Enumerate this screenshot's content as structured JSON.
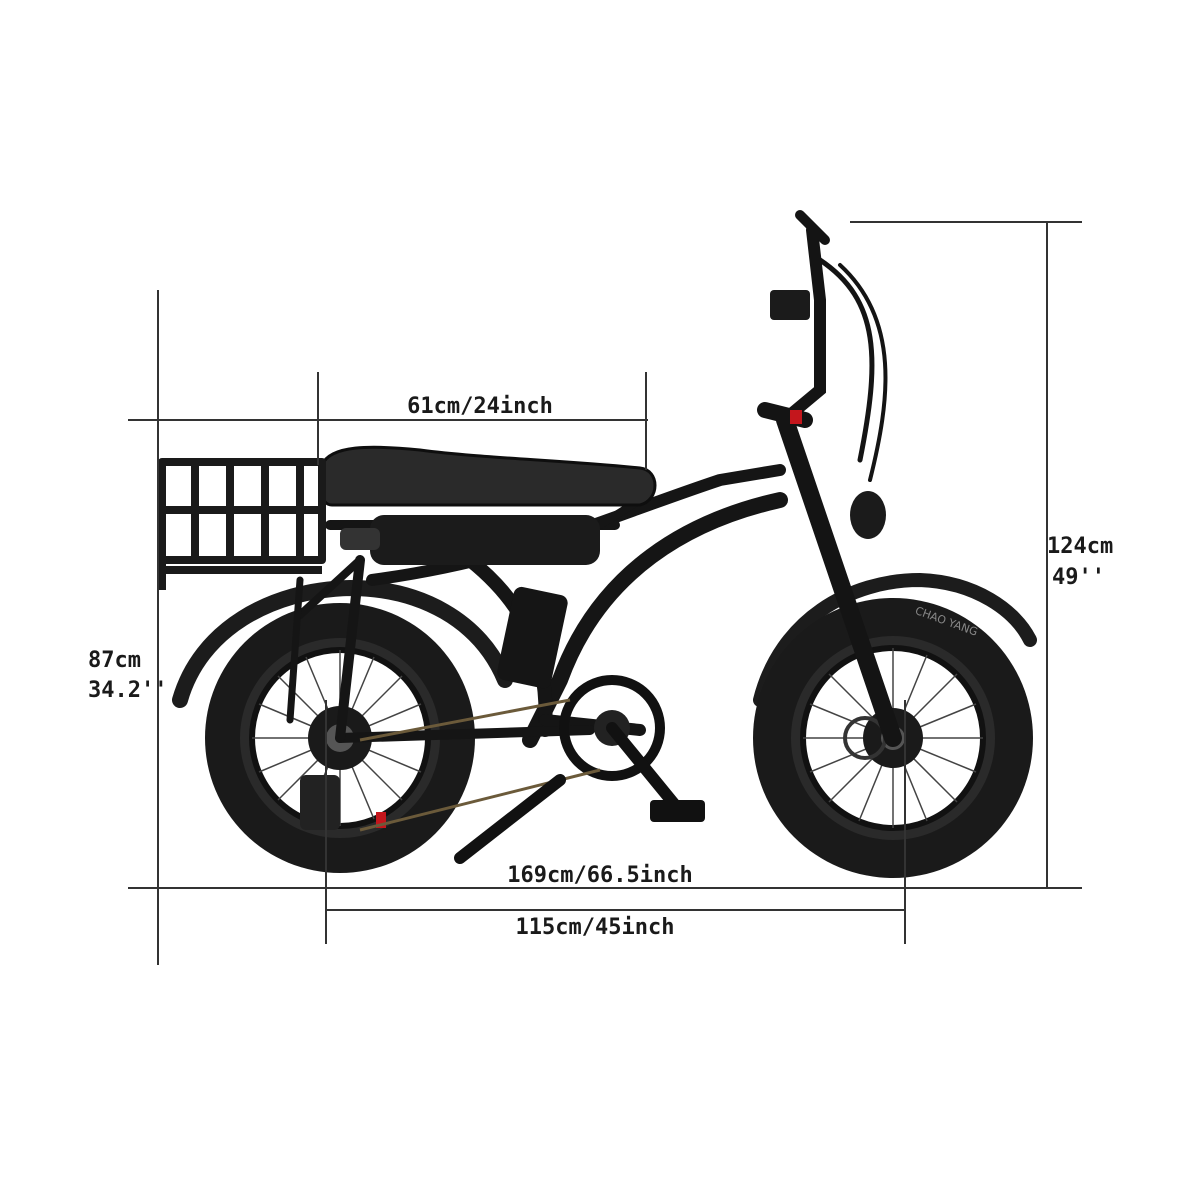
{
  "dimensions": {
    "seat_length": "61cm/24inch",
    "overall_length": "169cm/66.5inch",
    "wheelbase": "115cm/45inch",
    "overall_height_cm": "124cm",
    "overall_height_in": "49''",
    "seat_height_cm": "87cm",
    "seat_height_in": "34.2''"
  },
  "tire_text": "CHAO YANG"
}
